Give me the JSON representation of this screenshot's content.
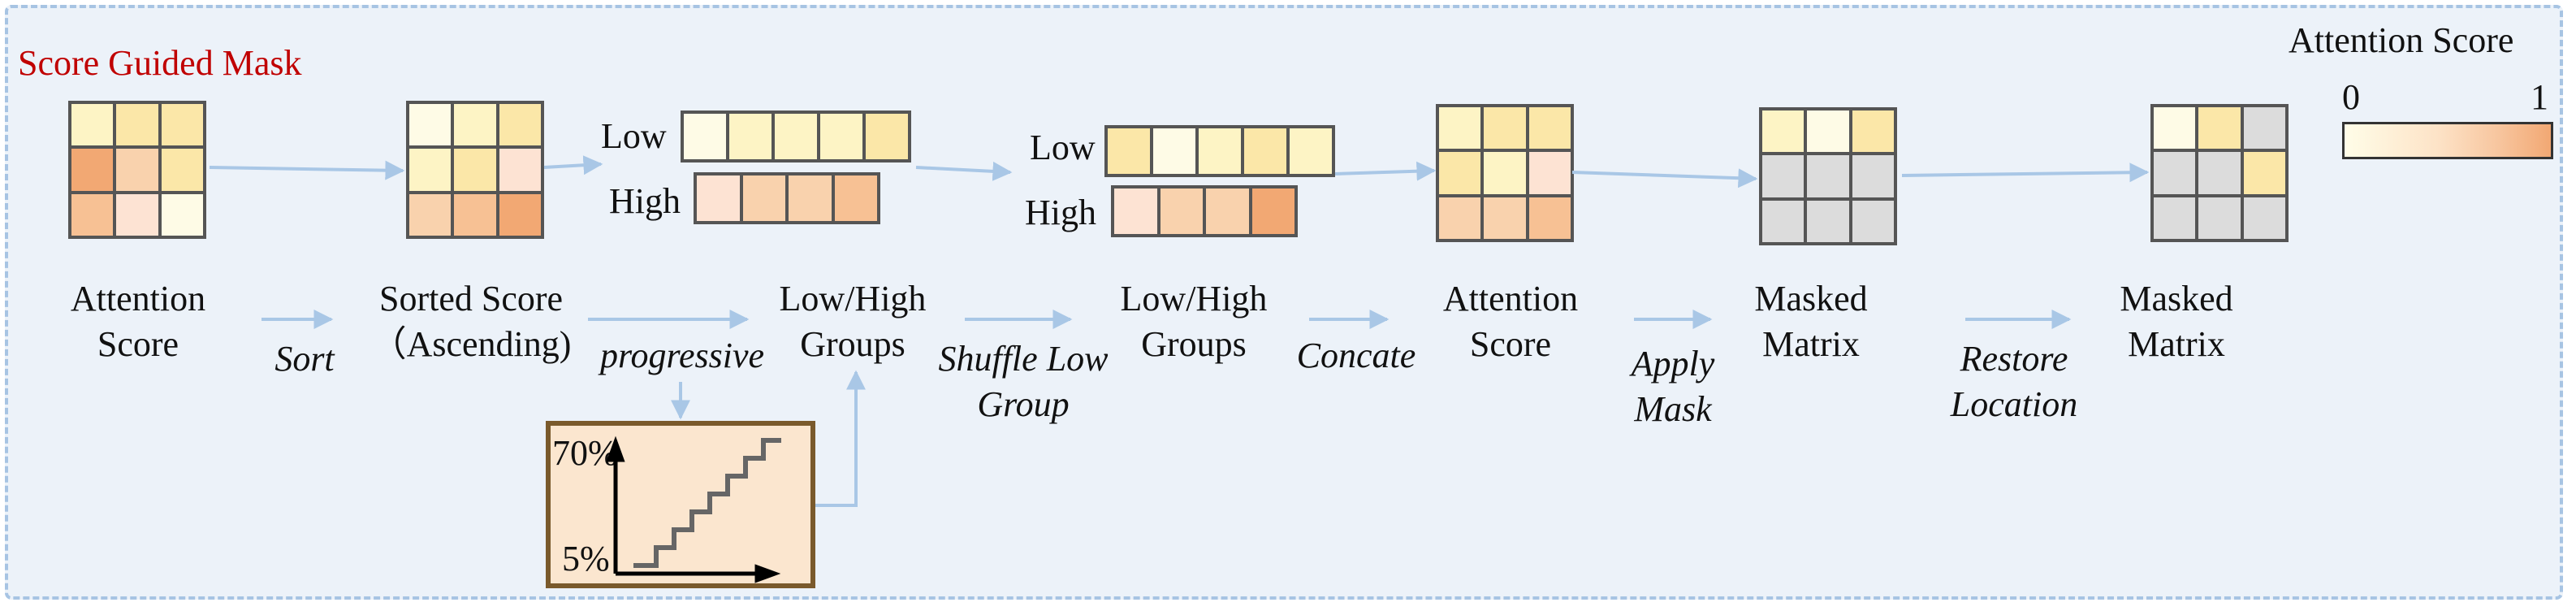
{
  "title": "Score Guided Mask",
  "legend": {
    "title": "Attention Score",
    "min": "0",
    "max": "1"
  },
  "colors": {
    "c0": "#fefbe6",
    "c1": "#fdf4c5",
    "c2": "#fbe7a8",
    "c3": "#fde3d3",
    "c4": "#f9d2ad",
    "c5": "#f7c194",
    "c6": "#f2a873",
    "gray": "#dcdcdc",
    "arrow": "#a9c7e6"
  },
  "stages": {
    "attention_score_1": "Attention\nScore",
    "sorted_score": "Sorted Score\n（Ascending)",
    "groups_1": "Low/High\nGroups",
    "groups_2": "Low/High\nGroups",
    "attention_score_2": "Attention\nScore",
    "masked_matrix_1": "Masked\nMatrix",
    "masked_matrix_2": "Masked\nMatrix"
  },
  "operations": {
    "sort": "Sort",
    "progressive": "progressive",
    "shuffle": "Shuffle Low\nGroup",
    "concate": "Concate",
    "apply": "Apply\nMask",
    "restore": "Restore\nLocation"
  },
  "group_labels": {
    "low": "Low",
    "high": "High"
  },
  "inset": {
    "y_top": "70%",
    "y_bottom": "5%"
  },
  "matrices": {
    "attention_1": [
      "c1",
      "c2",
      "c2",
      "c6",
      "c4",
      "c2",
      "c5",
      "c3",
      "c0"
    ],
    "sorted": [
      "c0",
      "c1",
      "c2",
      "c1",
      "c2",
      "c3",
      "c4",
      "c5",
      "c6"
    ],
    "low_1": [
      "c0",
      "c1",
      "c1",
      "c1",
      "c2"
    ],
    "high_1": [
      "c3",
      "c4",
      "c4",
      "c5"
    ],
    "low_2": [
      "c2",
      "c0",
      "c1",
      "c2",
      "c1"
    ],
    "high_2": [
      "c3",
      "c4",
      "c4",
      "c6"
    ],
    "attention_2": [
      "c1",
      "c2",
      "c2",
      "c2",
      "c1",
      "c3",
      "c4",
      "c4",
      "c5"
    ],
    "masked_1": [
      "c1",
      "c0",
      "c2",
      "gray",
      "gray",
      "gray",
      "gray",
      "gray",
      "gray"
    ],
    "masked_2": [
      "c0",
      "c2",
      "gray",
      "gray",
      "gray",
      "c2",
      "gray",
      "gray",
      "gray"
    ]
  }
}
